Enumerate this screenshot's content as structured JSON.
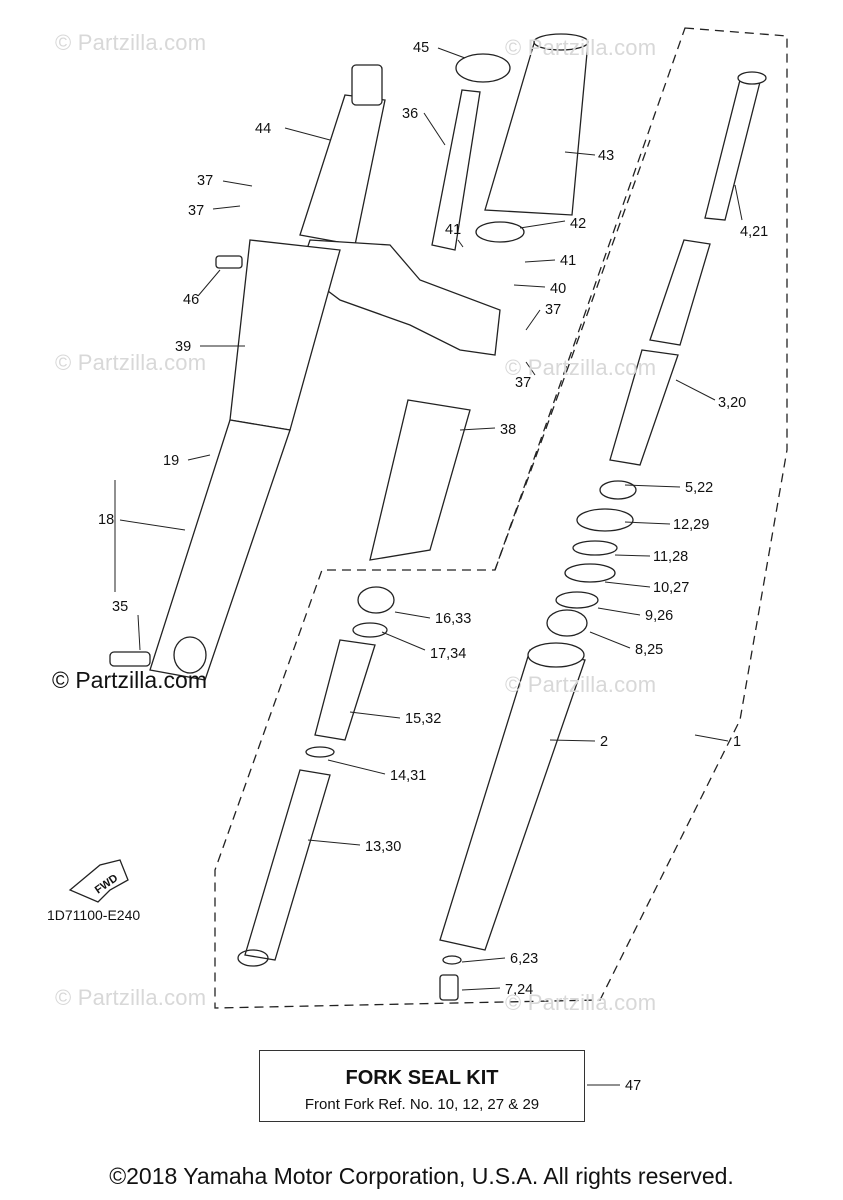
{
  "watermarks": [
    "© Partzilla.com",
    "© Partzilla.com",
    "© Partzilla.com",
    "© Partzilla.com",
    "© Partzilla.com",
    "© Partzilla.com",
    "© Partzilla.com"
  ],
  "brand": "© Partzilla.com",
  "drawing_code": "1D71100-E240",
  "fwd_label": "FWD",
  "callouts": [
    "45",
    "44",
    "36",
    "43",
    "37",
    "37",
    "42",
    "41",
    "41",
    "4,21",
    "46",
    "40",
    "37",
    "37",
    "39",
    "3,20",
    "38",
    "19",
    "5,22",
    "18",
    "12,29",
    "11,28",
    "10,27",
    "35",
    "16,33",
    "9,26",
    "17,34",
    "8,25",
    "15,32",
    "2",
    "1",
    "14,31",
    "13,30",
    "6,23",
    "7,24",
    "47"
  ],
  "kit": {
    "title": "FORK SEAL KIT",
    "subtitle": "Front Fork Ref. No. 10, 12, 27 & 29"
  },
  "copyright": "©2018 Yamaha Motor Corporation, U.S.A. All rights reserved."
}
